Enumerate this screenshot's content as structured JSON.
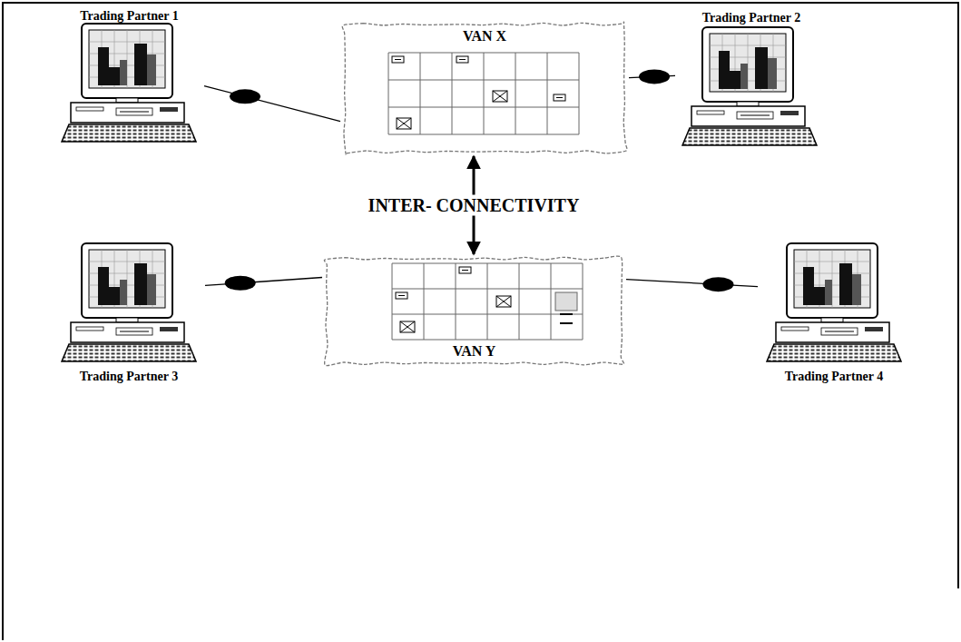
{
  "diagram": {
    "nodes": [
      {
        "text": [
          "Trading Partner 1"
        ]
      },
      {
        "text": [
          "VAN X"
        ]
      },
      {
        "text": [
          "Trading Partner 2"
        ]
      },
      {
        "text": [
          "VAN Y"
        ]
      },
      {
        "text": [
          "Trading Partner 3"
        ]
      },
      {
        "text": [
          "Trading Partner 4"
        ]
      }
    ],
    "edges": [
      {
        "from": 0,
        "to": 1,
        "arrow": "none"
      },
      {
        "from": 2,
        "to": 1,
        "arrow": "none"
      },
      {
        "from": 4,
        "to": 3,
        "arrow": "none"
      },
      {
        "from": 5,
        "to": 3,
        "arrow": "none"
      },
      {
        "from": 1,
        "to": 3,
        "label": "INTER- CONNECTIVITY",
        "arrow": "both"
      }
    ]
  }
}
